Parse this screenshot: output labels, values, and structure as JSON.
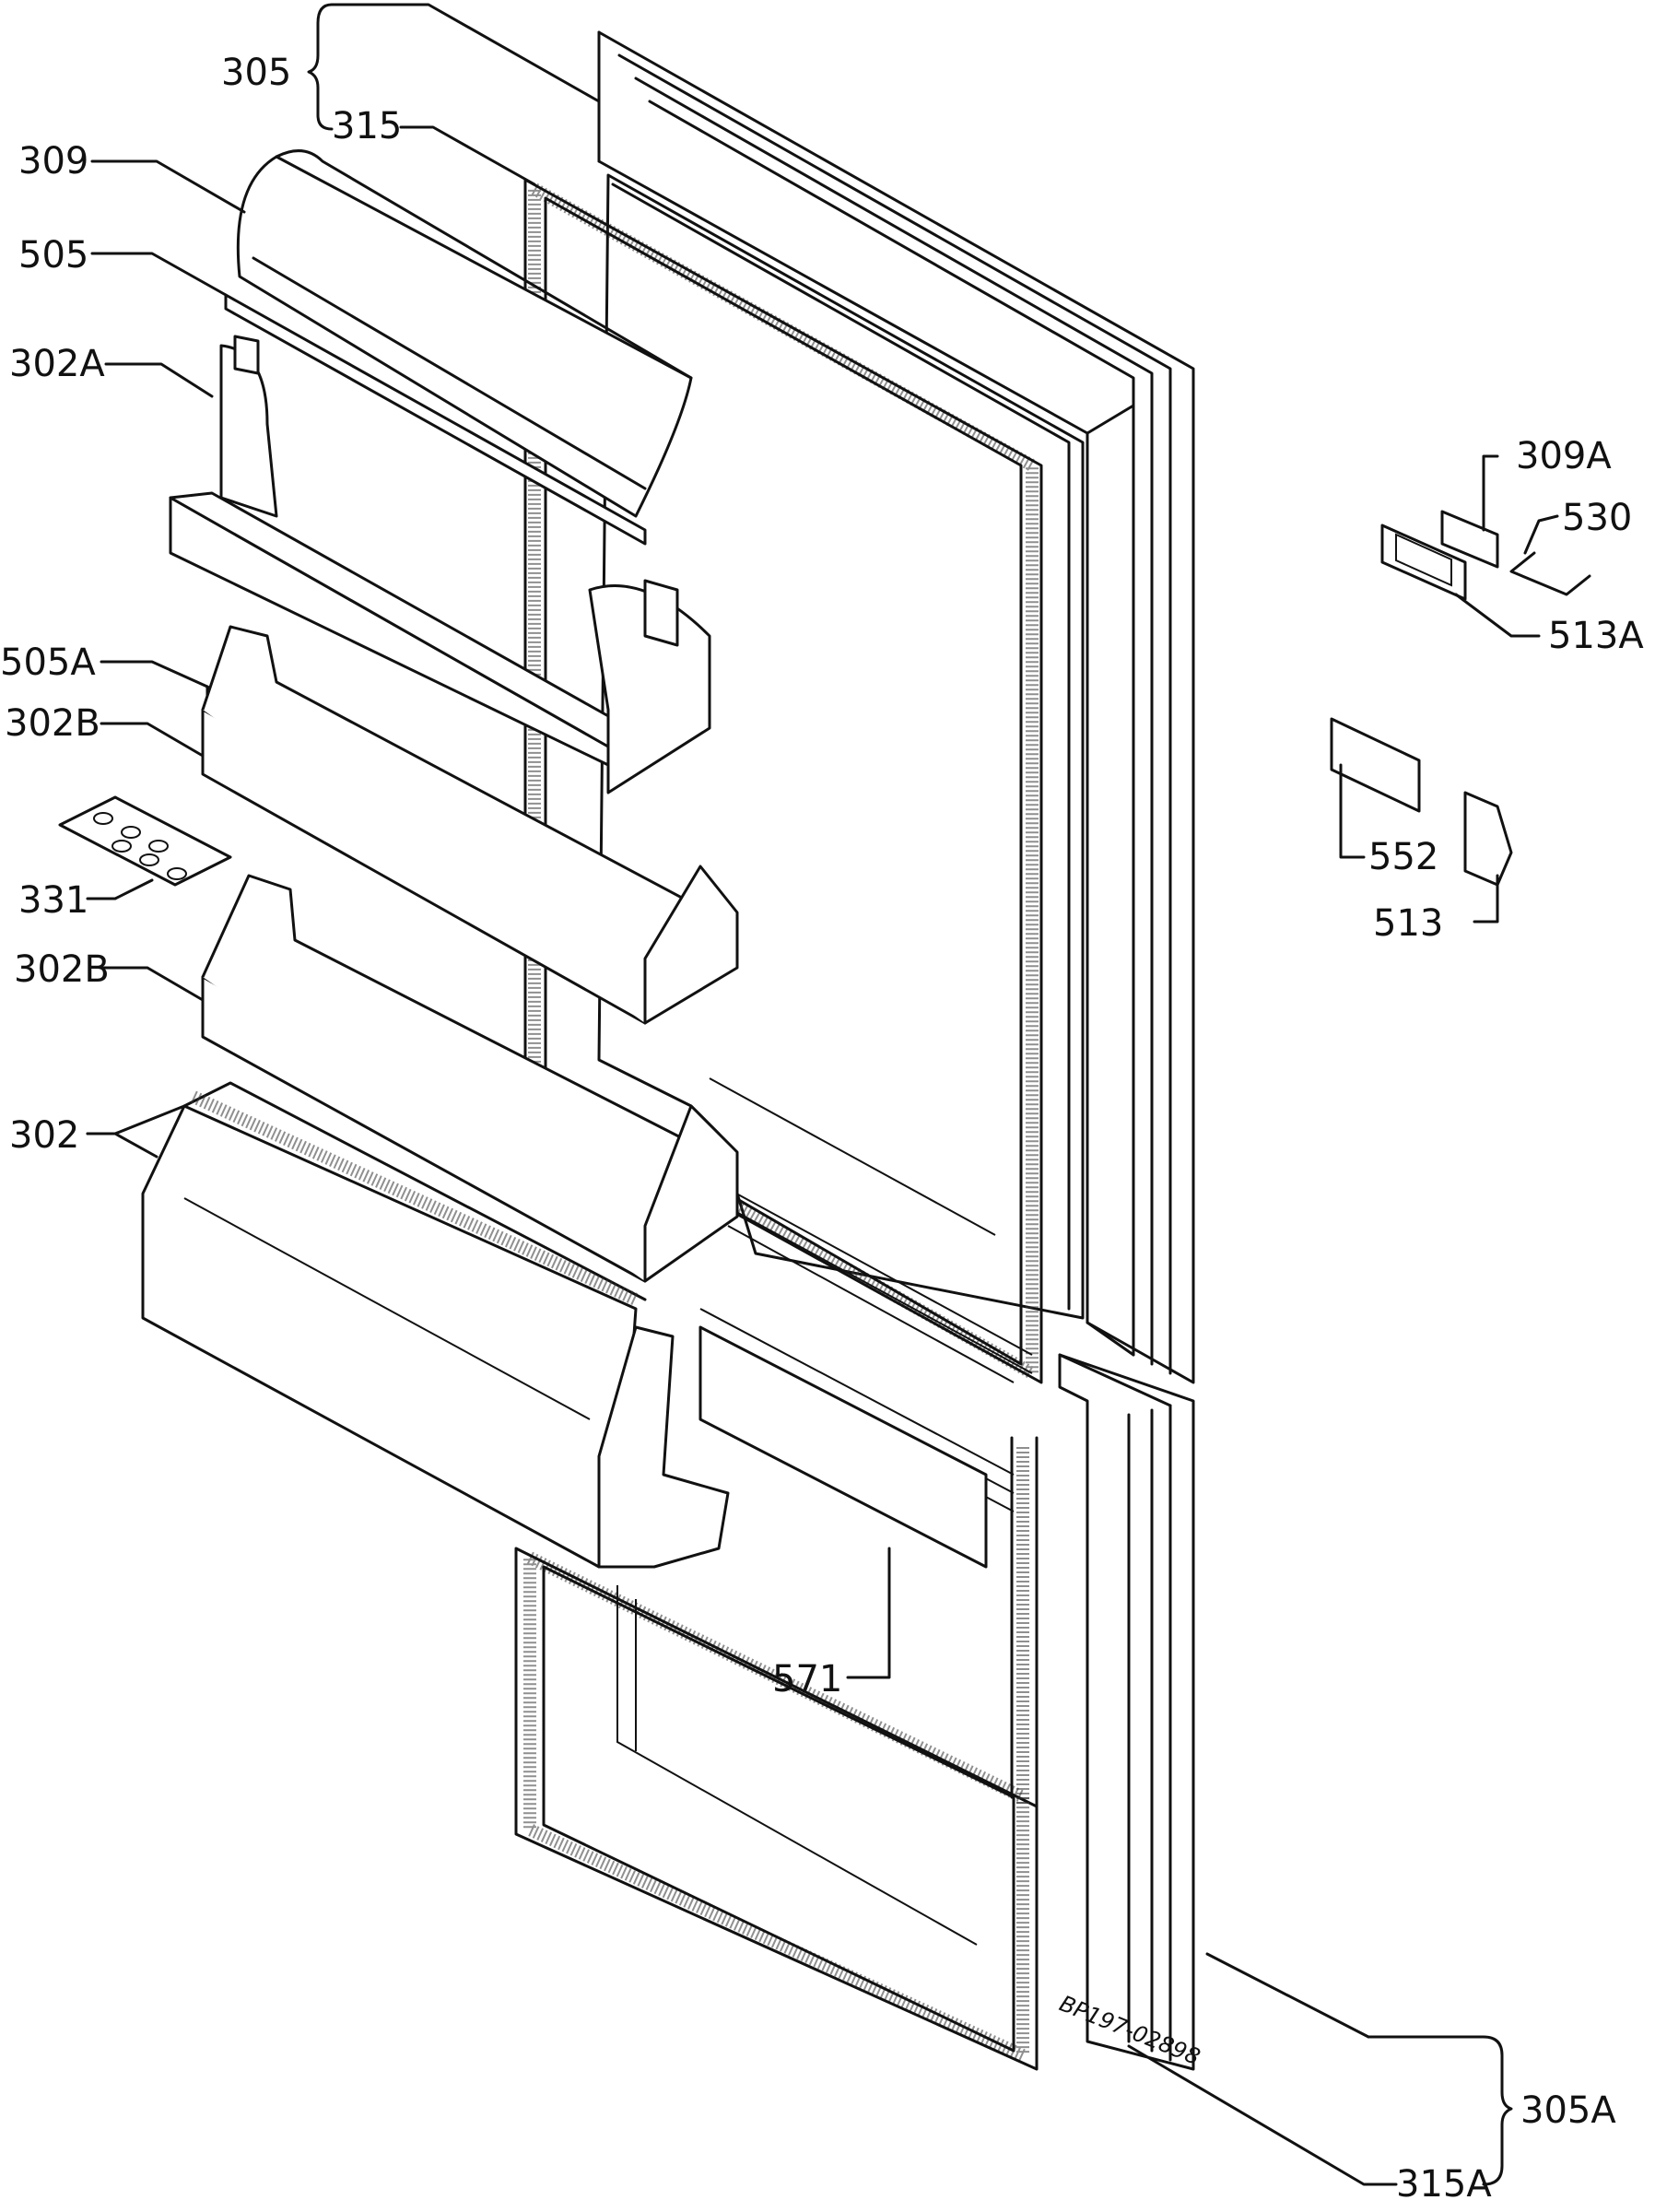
{
  "diagram": {
    "labels": {
      "l305": "305",
      "l315": "315",
      "l309": "309",
      "l505": "505",
      "l302A": "302A",
      "l505A": "505A",
      "l302B_1": "302B",
      "l331": "331",
      "l302B_2": "302B",
      "l302": "302",
      "l309A": "309A",
      "l530": "530",
      "l513A": "513A",
      "l552": "552",
      "l513": "513",
      "l571": "571",
      "l305A": "305A",
      "l315A": "315A"
    },
    "stamp": "BP197-02898"
  }
}
